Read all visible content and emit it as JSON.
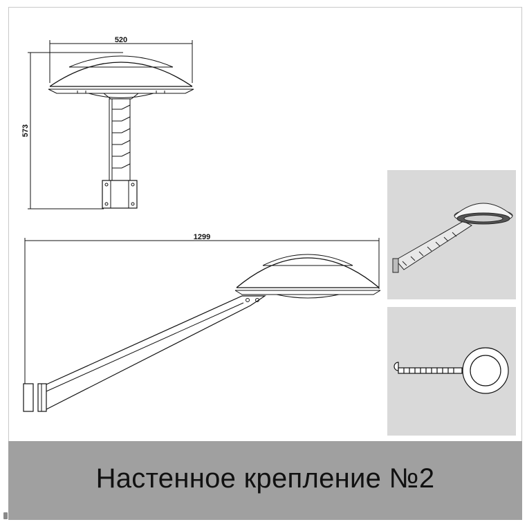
{
  "dimensions": {
    "top_width": "520",
    "top_height": "573",
    "side_length": "1299"
  },
  "caption": {
    "text": "Настенное крепление №2"
  },
  "colors": {
    "caption_bar": "#a0a0a0",
    "render_panel": "#d9d9d9",
    "line": "#111111"
  }
}
